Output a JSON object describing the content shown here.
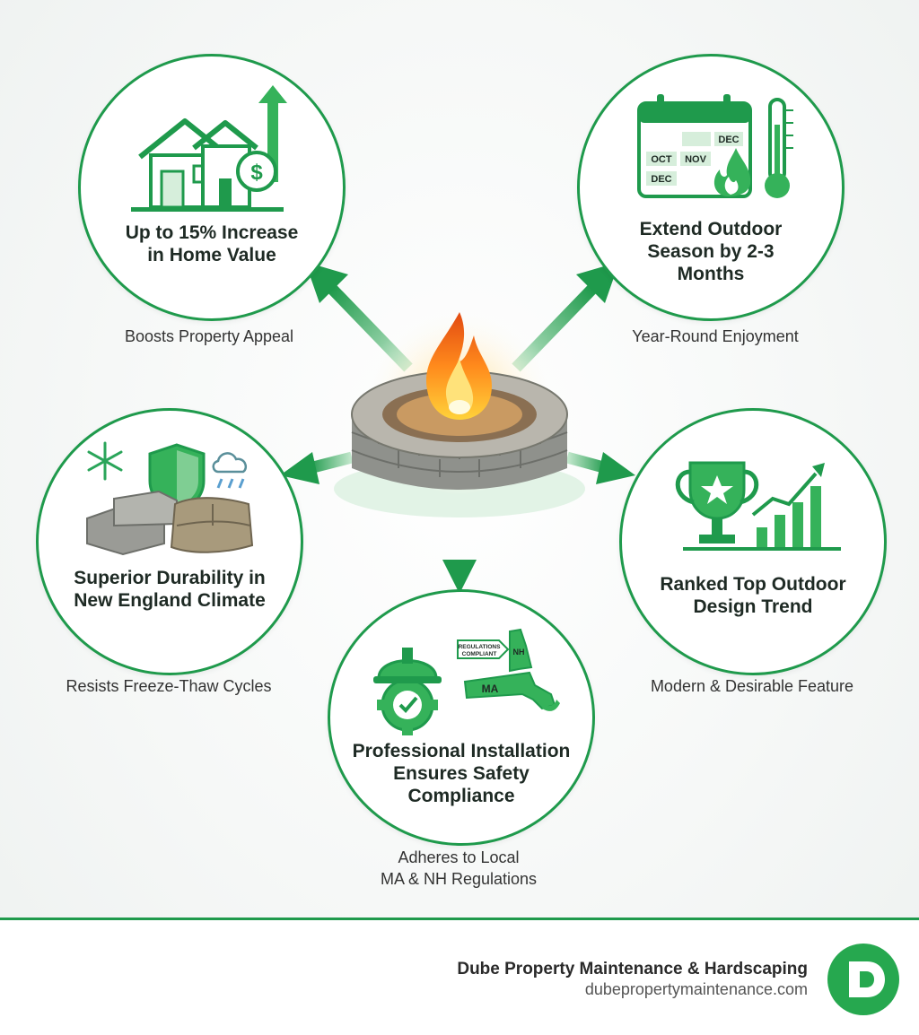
{
  "center": {
    "label": "fire-pit"
  },
  "benefits": [
    {
      "title_line1": "Up to 15% Increase",
      "title_line2": "in Home Value",
      "caption": "Boosts Property Appeal"
    },
    {
      "title_line1": "Extend Outdoor",
      "title_line2": "Season by 2-3",
      "title_line3": "Months",
      "caption": "Year-Round Enjoyment",
      "calendar": {
        "row1": "DEC",
        "row2a": "OCT",
        "row2b": "NOV",
        "row3": "DEC"
      }
    },
    {
      "title_line1": "Superior Durability in",
      "title_line2": "New England Climate",
      "caption": "Resists Freeze-Thaw Cycles"
    },
    {
      "title_line1": "Ranked Top Outdoor",
      "title_line2": "Design Trend",
      "caption": "Modern & Desirable Feature"
    },
    {
      "title_line1": "Professional Installation",
      "title_line2": "Ensures Safety",
      "title_line3": "Compliance",
      "caption_line1": "Adheres to Local",
      "caption_line2": "MA & NH Regulations",
      "map": {
        "tag_line1": "REGULATIONS",
        "tag_line2": "COMPLIANT",
        "state_nh": "NH",
        "state_ma": "MA"
      }
    }
  ],
  "footer": {
    "company": "Dube Property Maintenance & Hardscaping",
    "website": "dubepropertymaintenance.com",
    "logo_letter": "D"
  },
  "colors": {
    "accent": "#1f9a4c",
    "accent_light": "#7fce93",
    "text": "#1e2a24",
    "flame": "#ff8a1c"
  }
}
